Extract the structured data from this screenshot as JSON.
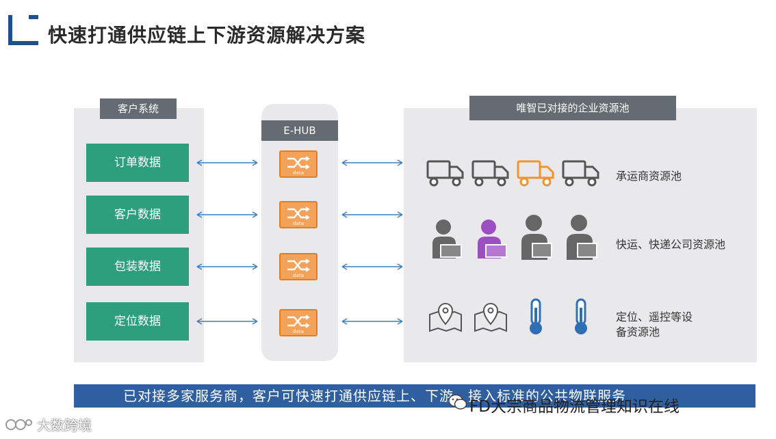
{
  "title": "快速打通供应链上下游资源解决方案",
  "client_system": {
    "header": "客户系统",
    "items": [
      "订单数据",
      "客户数据",
      "包装数据",
      "定位数据"
    ]
  },
  "hub": {
    "header": "E-HUB",
    "icon_label": "data"
  },
  "resource_pool": {
    "header": "唯智已对接的企业资源池",
    "rows": [
      {
        "label": "承运商资源池",
        "icons": [
          "truck-icon",
          "truck-icon",
          "truck-icon-orange",
          "truck-icon"
        ]
      },
      {
        "label": "快运、快递公司资源池",
        "icons": [
          "courier-icon",
          "courier-icon-purple",
          "courier-icon",
          "courier-icon"
        ]
      },
      {
        "label_line1": "定位、遥控等设",
        "label_line2": "备资源池",
        "icons": [
          "map-pin-icon",
          "map-pin-icon",
          "thermometer-icon",
          "thermometer-icon"
        ]
      }
    ]
  },
  "banner": "已对接多家服务商，客户可快速打通供应链上、下游，接入标准的公共物联服务",
  "watermark_right": "FD大宗商品物流管理知识在线",
  "watermark_left": "大数跨境",
  "colors": {
    "green": "#2e9f7c",
    "panel_grey": "#e9e9eb",
    "header_grey": "#646b73",
    "banner_blue": "#2f5f9e",
    "orange": "#f0922f",
    "purple": "#9b4fc0",
    "thermo_blue": "#2f6fb5"
  }
}
